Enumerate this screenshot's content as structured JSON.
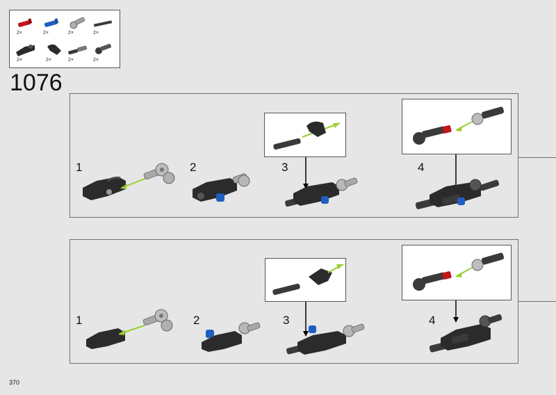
{
  "parts_list": {
    "items": [
      {
        "icon": "red-pin-icon",
        "qty": "2×"
      },
      {
        "icon": "blue-axle-pin-icon",
        "qty": "2×"
      },
      {
        "icon": "gray-connector-icon",
        "qty": "2×"
      },
      {
        "icon": "dark-axle-icon",
        "qty": "2×"
      },
      {
        "icon": "black-panel-icon",
        "qty": "2×"
      },
      {
        "icon": "black-curved-panel-icon",
        "qty": "2×"
      },
      {
        "icon": "dark-axle-connector-icon",
        "qty": "2×"
      },
      {
        "icon": "dark-pin-connector-icon",
        "qty": "2×"
      }
    ]
  },
  "step": {
    "number": "1076"
  },
  "panel_a": {
    "substeps": [
      "1",
      "2",
      "3",
      "4"
    ]
  },
  "panel_b": {
    "substeps": [
      "1",
      "2",
      "3",
      "4"
    ]
  },
  "colors": {
    "panel_border": "#6e6e6e",
    "arrow_green": "#9acd32",
    "brick_black": "#2b2b2b",
    "brick_gray": "#a0a0a0",
    "brick_red": "#c0161c",
    "brick_blue": "#1f5fbf"
  },
  "page": {
    "number": "370"
  }
}
